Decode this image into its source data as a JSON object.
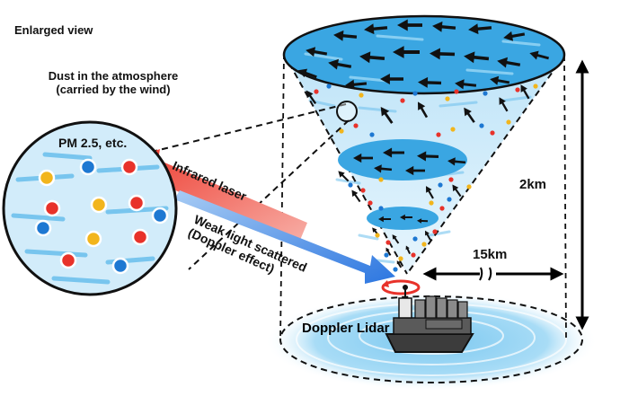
{
  "labels": {
    "enlarged_view": "Enlarged view",
    "dust_line1": "Dust in the atmosphere",
    "dust_line2": "(carried by the wind)",
    "pm": "PM 2.5, etc.",
    "infrared": "Infrared laser",
    "scatter_line1": "Weak light scattered",
    "scatter_line2": "(Doppler effect)",
    "height": "2km",
    "range": "15km",
    "lidar": "Doppler Lidar"
  },
  "colors": {
    "laser_red": "#f0584a",
    "scatter_blue": "#4a8ee8",
    "sky_blue": "#5ab8ea",
    "dot_red": "#e8322a",
    "dot_blue": "#1e78d2",
    "dot_yellow": "#f2b51c"
  },
  "icons": {
    "arrow": "wind-arrow-icon",
    "ship": "ship-icon",
    "rotation": "rotation-icon"
  }
}
